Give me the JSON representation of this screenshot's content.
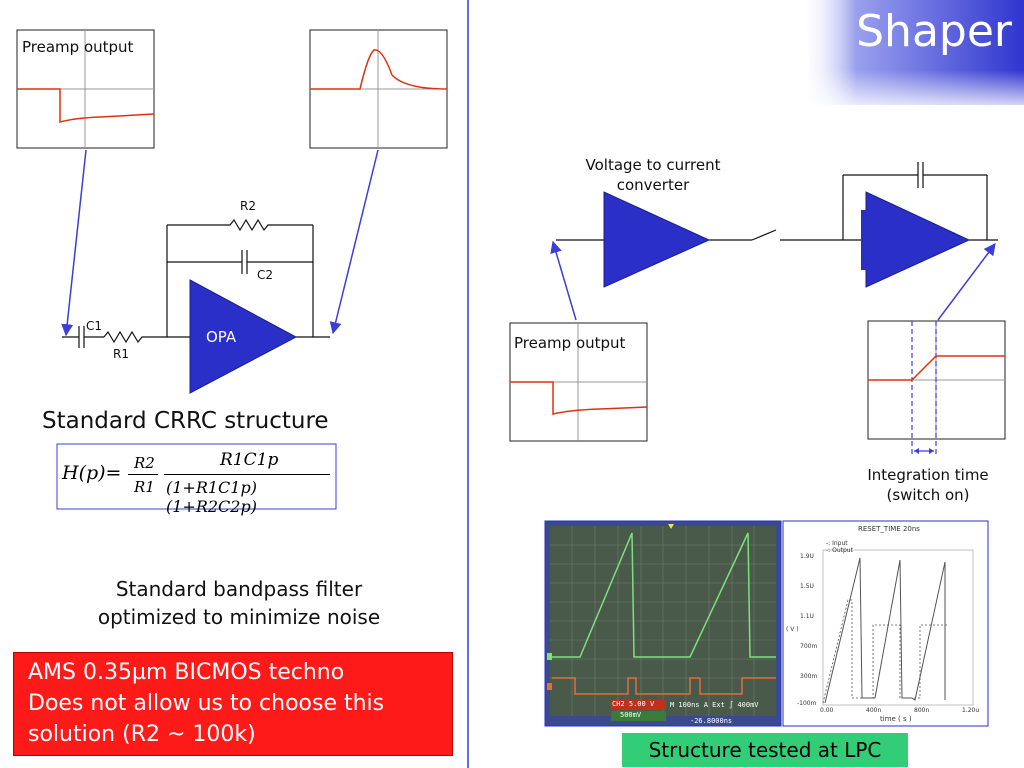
{
  "slide": {
    "title": "Shaper",
    "colors": {
      "accent": "#3b3fd6",
      "opamp": "#2a2fc8",
      "signal": "#e03010",
      "note_bg": "#ff1a1a",
      "tested_bg": "#33cc77"
    }
  },
  "left": {
    "preamp_label": "Preamp output",
    "circuit": {
      "c1": "C1",
      "r1": "R1",
      "r2": "R2",
      "c2": "C2",
      "opa": "OPA"
    },
    "crrc_title": "Standard CRRC structure",
    "formula": {
      "lhs": "H(p)=",
      "frac1_num": "R2",
      "frac1_den": "R1",
      "frac2_num": "R1C1p",
      "frac2_den": "(1+R1C1p)(1+R2C2p)"
    },
    "bandpass_line1": "Standard bandpass filter",
    "bandpass_line2": "optimized to minimize noise",
    "note_lines": [
      "AMS 0.35µm BICMOS techno",
      "Does not allow us to choose this",
      "solution (R2 ~ 100k)"
    ]
  },
  "right": {
    "v2i_line1": "Voltage to current",
    "v2i_line2": "converter",
    "preamp_label": "Preamp output",
    "integration_line1": "Integration time",
    "integration_line2": "(switch on)",
    "scope": {
      "ch2": "CH2",
      "ch2_value": "5.00 V",
      "ch_small": "500mV",
      "m_label": "M 100ns",
      "trigger": "A  Ext  ∫  400mV",
      "time": "-26.8000ns"
    },
    "sim": {
      "title": "RESET_TIME 20ns",
      "legend": [
        "Input",
        "Output"
      ],
      "yticks": [
        "1.9U",
        "1.5U",
        "1.1U",
        "700m",
        "300m",
        "-100m"
      ],
      "xticks": [
        "0.00",
        "400n",
        "800n",
        "1.20u"
      ],
      "xlabel": "time ( s )",
      "ylabel": "( V )"
    },
    "tested_label": "Structure tested at LPC"
  }
}
